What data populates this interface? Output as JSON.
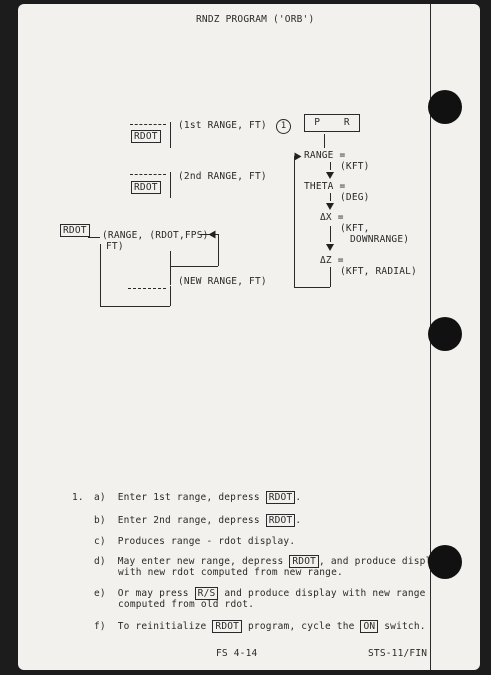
{
  "header": {
    "title": "RNDZ PROGRAM ('ORB')"
  },
  "left_diagram": {
    "rdot_key": "RDOT",
    "first_range": "(1st RANGE, FT)",
    "step_marker": "1",
    "second_range": "(2nd RANGE, FT)",
    "range_rdot_1": "(RANGE, ",
    "range_rdot_2": "(RDOT,FPS)",
    "range_rdot_ft": "FT)",
    "new_range": "(NEW RANGE, FT)"
  },
  "right_diagram": {
    "p_r": "P    R",
    "range": "RANGE =",
    "kft": "(KFT)",
    "theta": "THETA =",
    "deg": "(DEG)",
    "dx": "ΔX =",
    "kft_down_1": "(KFT,",
    "kft_down_2": "DOWNRANGE)",
    "dz": "ΔZ =",
    "kft_radial": "(KFT, RADIAL)"
  },
  "steps": {
    "number": "1.",
    "a_label": "a)",
    "a_pre": "Enter 1st range, depress ",
    "a_key": "RDOT",
    "a_post": ".",
    "b_label": "b)",
    "b_pre": "Enter 2nd range, depress ",
    "b_key": "RDOT",
    "b_post": ".",
    "c_label": "c)",
    "c_text": "Produces range - rdot display.",
    "d_label": "d)",
    "d_pre": "May enter new range, depress ",
    "d_key": "RDOT",
    "d_post": ", and produce display",
    "d_line2": "with new rdot computed from new range.",
    "e_label": "e)",
    "e_pre": "Or may press ",
    "e_key": "R/S",
    "e_post": " and produce display with new range",
    "e_line2": "computed from old rdot.",
    "f_label": "f)",
    "f_pre": "To reinitialize ",
    "f_key": "RDOT",
    "f_mid": " program, cycle the ",
    "f_key2": "ON",
    "f_post": " switch."
  },
  "footer": {
    "page": "FS 4-14",
    "code": "STS-11/FIN"
  }
}
